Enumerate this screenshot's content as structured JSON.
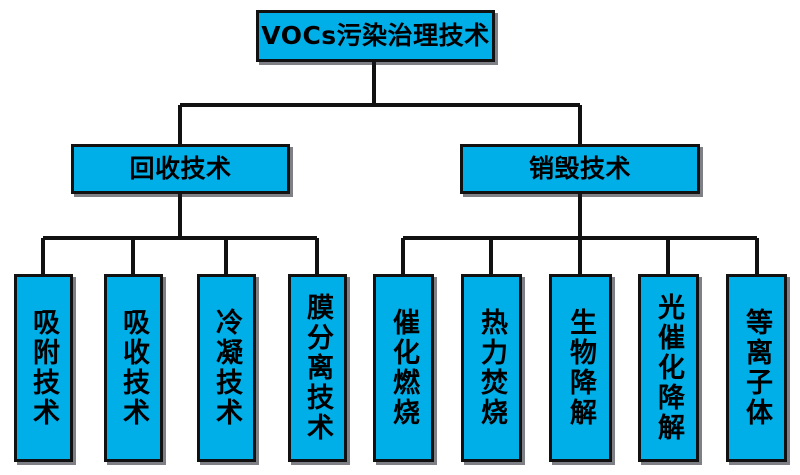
{
  "diagram": {
    "type": "tree",
    "orientation": "top-down",
    "title": "VOCs污染治理技术",
    "colors": {
      "node_fill": "#00aee8",
      "node_border": "#111111",
      "connector": "#111111",
      "background": "#ffffff",
      "label": "#000000"
    },
    "root": {
      "label": "VOCs污染治理技术"
    },
    "branches": [
      {
        "label": "回收技术",
        "children": [
          {
            "label": "吸附技术"
          },
          {
            "label": "吸收技术"
          },
          {
            "label": "冷凝技术"
          },
          {
            "label": "膜分离技术"
          }
        ]
      },
      {
        "label": "销毁技术",
        "children": [
          {
            "label": "催化燃烧"
          },
          {
            "label": "热力焚烧"
          },
          {
            "label": "生物降解"
          },
          {
            "label": "光催化降解"
          },
          {
            "label": "等离子体"
          }
        ]
      }
    ],
    "leaf_labels_flat": [
      "吸附技术",
      "吸收技术",
      "冷凝技术",
      "膜分离技术",
      "催化燃烧",
      "热力焚烧",
      "生物降解",
      "光催化降解",
      "等离子体"
    ]
  }
}
